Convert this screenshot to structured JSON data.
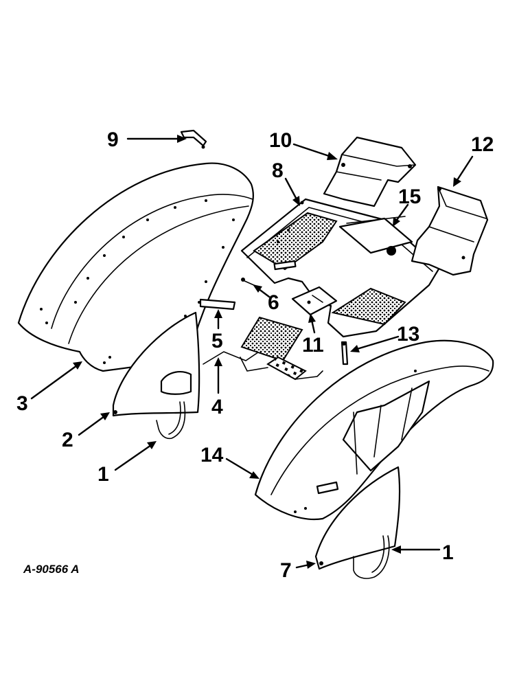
{
  "figure": {
    "reference_code": "A-90566 A"
  },
  "callouts": [
    {
      "id": "callout-1a",
      "label": "1"
    },
    {
      "id": "callout-1b",
      "label": "1"
    },
    {
      "id": "callout-2",
      "label": "2"
    },
    {
      "id": "callout-3",
      "label": "3"
    },
    {
      "id": "callout-4",
      "label": "4"
    },
    {
      "id": "callout-5",
      "label": "5"
    },
    {
      "id": "callout-6",
      "label": "6"
    },
    {
      "id": "callout-7",
      "label": "7"
    },
    {
      "id": "callout-8",
      "label": "8"
    },
    {
      "id": "callout-9",
      "label": "9"
    },
    {
      "id": "callout-10",
      "label": "10"
    },
    {
      "id": "callout-11",
      "label": "11"
    },
    {
      "id": "callout-12",
      "label": "12"
    },
    {
      "id": "callout-13",
      "label": "13"
    },
    {
      "id": "callout-14",
      "label": "14"
    },
    {
      "id": "callout-15",
      "label": "15"
    }
  ]
}
